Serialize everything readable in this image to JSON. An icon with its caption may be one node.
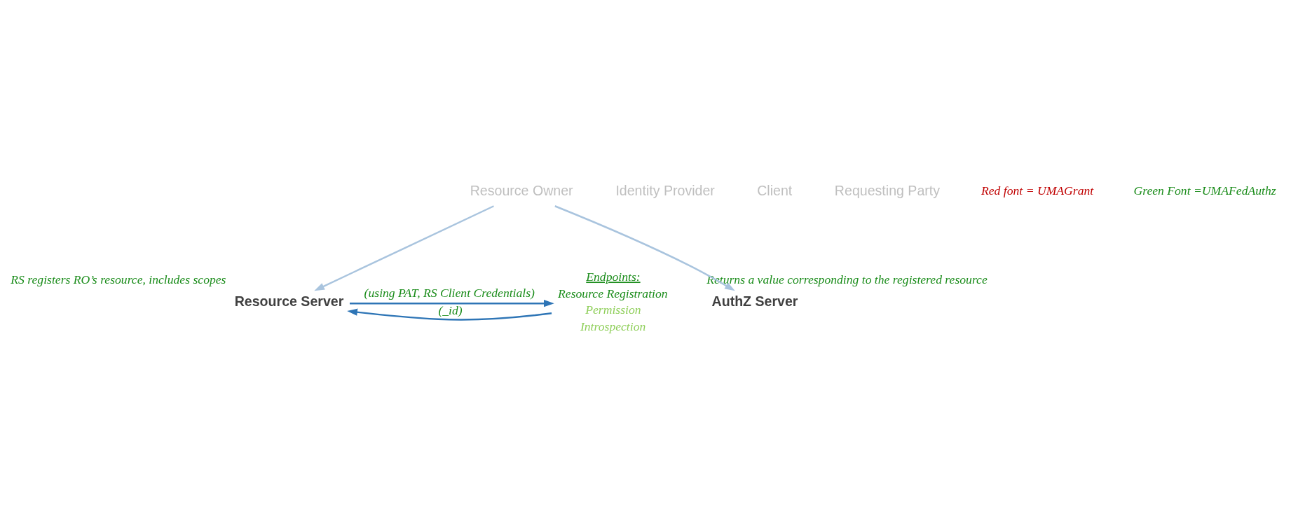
{
  "diagram": {
    "nodes": [
      {
        "text": [
          "Resource Owner"
        ]
      },
      {
        "text": [
          "Resource Server"
        ],
        "beside": [
          "RS registers RO’s resource, includes scopes"
        ]
      },
      {
        "text": [
          "Endpoints:",
          "Resource Registration",
          "Permission",
          "Introspection"
        ]
      },
      {
        "text": [
          "AuthZ Server"
        ],
        "beside": [
          "Returns a value corresponding to the registered resource"
        ]
      },
      {
        "text": [
          "Identity Provider"
        ]
      },
      {
        "text": [
          "Client"
        ]
      },
      {
        "text": [
          "Requesting Party"
        ]
      }
    ],
    "edges": [
      {
        "from": 0,
        "to": 1,
        "arrow": "to",
        "color": "#a9c4de"
      },
      {
        "from": 0,
        "to": 3,
        "arrow": "to",
        "color": "#a9c4de"
      },
      {
        "from": 1,
        "to": 2,
        "arrow": "to",
        "label": "(using PAT, RS Client Credentials)",
        "color": "#2e75b6"
      },
      {
        "from": 2,
        "to": 1,
        "arrow": "to",
        "label": "(_id)",
        "color": "#2e75b6"
      }
    ],
    "labels": [
      "Red font = UMAGrant",
      "Green Font =UMAFedAuthz"
    ]
  }
}
